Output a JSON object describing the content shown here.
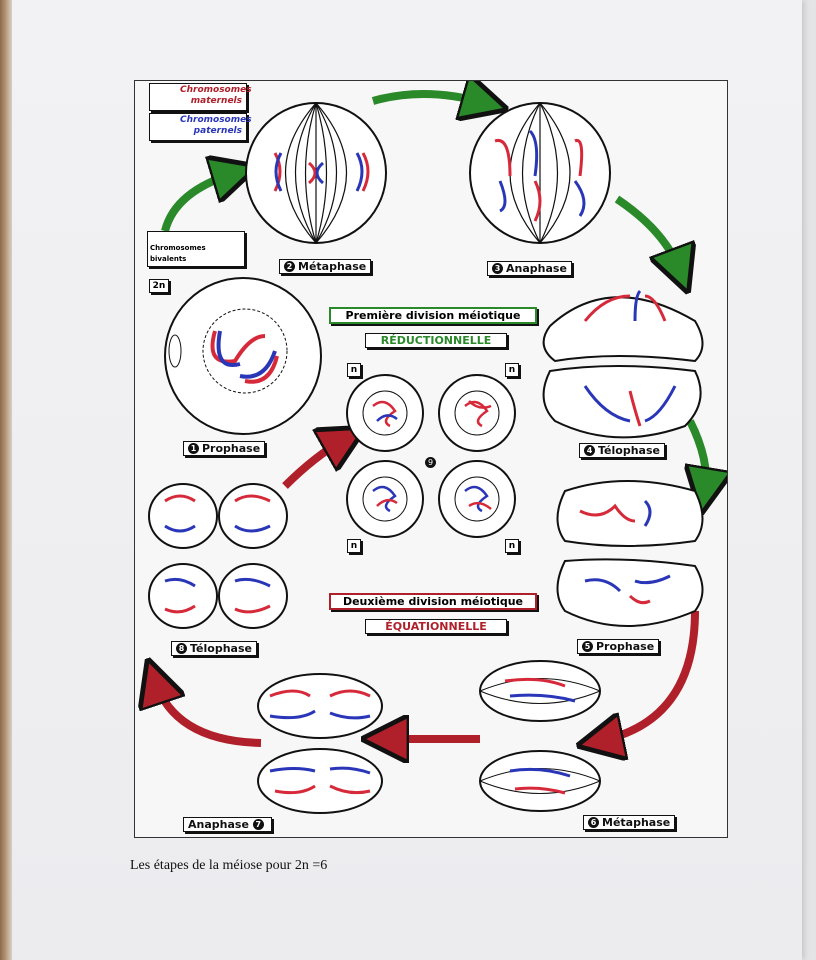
{
  "figure": {
    "legend": {
      "maternal": "Chromosomes maternels",
      "paternal": "Chromosomes paternels",
      "bivalent": "Chromosomes bivalents",
      "ploidy": "2n"
    },
    "division1": {
      "title": "Première division méiotique",
      "subtitle": "RÉDUCTIONNELLE"
    },
    "division2": {
      "title": "Deuxième division méiotique",
      "subtitle": "ÉQUATIONNELLE"
    },
    "stages": {
      "s1": {
        "number": "1",
        "name": "Prophase"
      },
      "s2": {
        "number": "2",
        "name": "Métaphase"
      },
      "s3": {
        "number": "3",
        "name": "Anaphase"
      },
      "s4": {
        "number": "4",
        "name": "Télophase"
      },
      "s5": {
        "number": "5",
        "name": "Prophase"
      },
      "s6": {
        "number": "6",
        "name": "Métaphase"
      },
      "s7": {
        "number": "7",
        "name": "Anaphase"
      },
      "s8": {
        "number": "8",
        "name": "Télophase"
      },
      "s9": {
        "number": "9"
      }
    },
    "haploid_label": "n",
    "colors": {
      "maternal": "#d62a3a",
      "paternal": "#2a36b8",
      "arrow1": "#2a8a2a",
      "arrow2": "#b0202a"
    }
  },
  "caption": "Les étapes de la méiose pour 2n =6"
}
